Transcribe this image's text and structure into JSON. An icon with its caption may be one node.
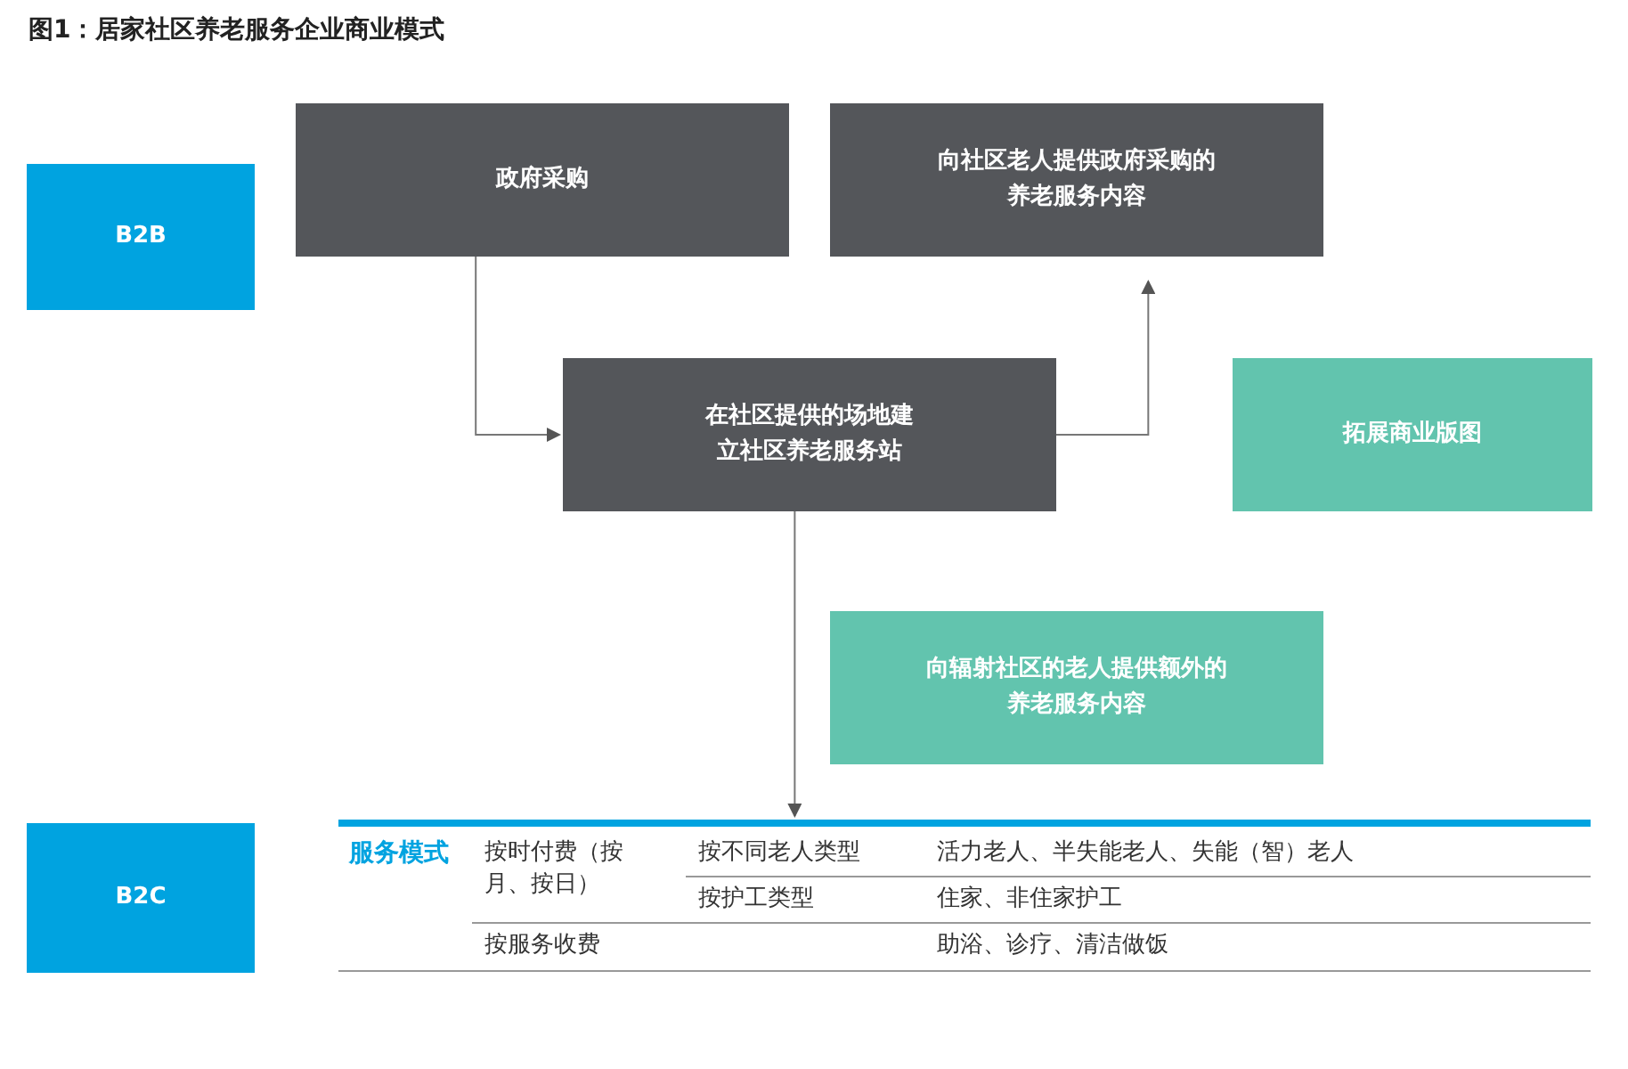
{
  "diagram": {
    "title": "图1：居家社区养老服务企业商业模式",
    "nodes": [
      {
        "text": [
          "B2B"
        ]
      },
      {
        "text": [
          "政府采购"
        ]
      },
      {
        "text": [
          "向社区老人提供政府采购的养老服务内容"
        ]
      },
      {
        "text": [
          "在社区提供的场地建立社区养老服务站"
        ]
      },
      {
        "text": [
          "拓展商业版图"
        ]
      },
      {
        "text": [
          "向辐射社区的老人提供额外的养老服务内容"
        ]
      },
      {
        "text": [
          "B2C"
        ]
      },
      {
        "text": [],
        "shape": "box"
      }
    ],
    "edges": [
      {
        "from": 1,
        "to": 3,
        "arrow": "to"
      },
      {
        "from": 3,
        "to": 2,
        "arrow": "to"
      },
      {
        "from": 3,
        "to": 7,
        "arrow": "to"
      }
    ],
    "labels": [
      "服务模式",
      "按时付费（按月、按日）",
      "按不同老人类型",
      "活力老人、半失能老人、失能（智）老人",
      "按护工类型",
      "住家、非住家护工",
      "按服务收费",
      "助浴、诊疗、清洁做饭"
    ]
  }
}
